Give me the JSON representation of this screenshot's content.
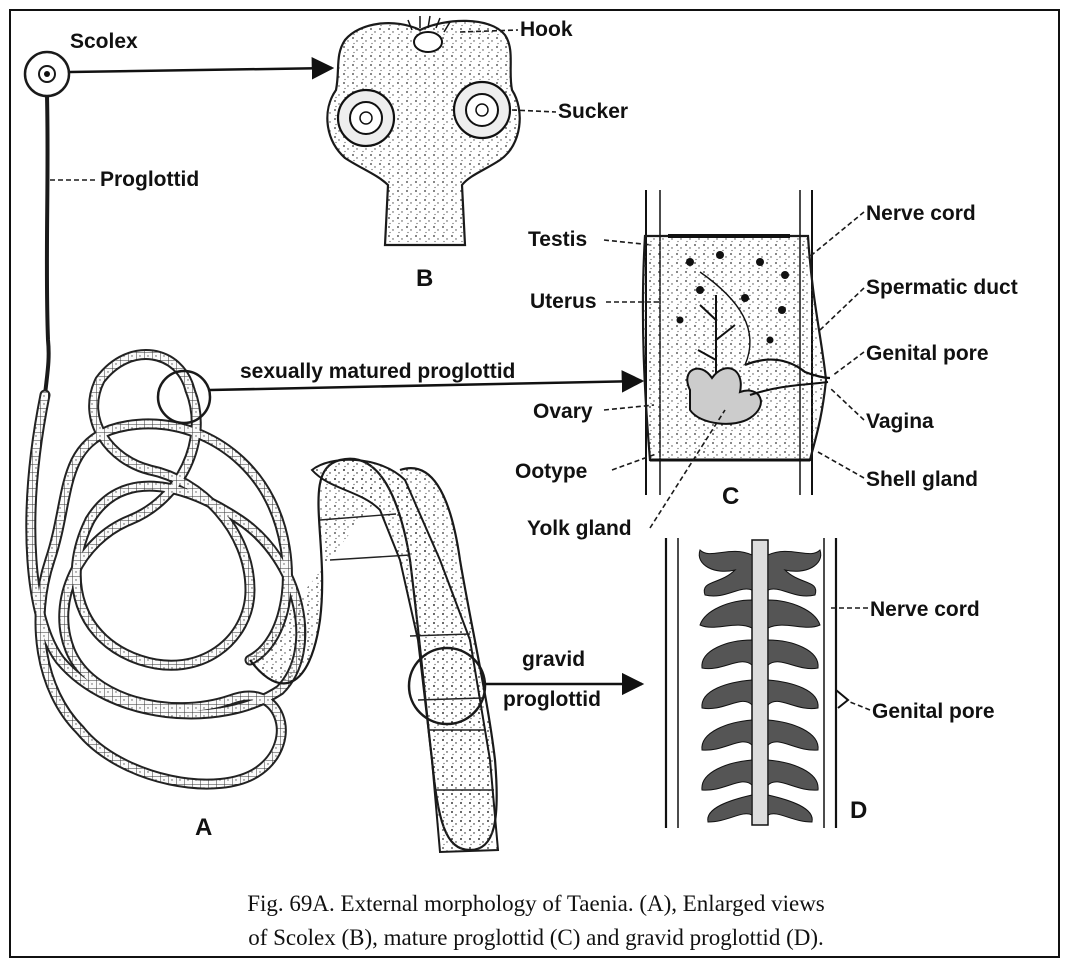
{
  "labels": {
    "scolex": "Scolex",
    "proglottid": "Proglottid",
    "hook": "Hook",
    "sucker": "Sucker",
    "mature_proglottid": "sexually matured proglottid",
    "testis": "Testis",
    "uterus": "Uterus",
    "ovary": "Ovary",
    "ootype": "Ootype",
    "yolk_gland": "Yolk gland",
    "nerve_cord_c": "Nerve cord",
    "spermatic_duct": "Spermatic duct",
    "genital_pore_c": "Genital pore",
    "vagina": "Vagina",
    "shell_gland": "Shell gland",
    "gravid_1": "gravid",
    "gravid_2": "proglottid",
    "nerve_cord_d": "Nerve cord",
    "genital_pore_d": "Genital pore"
  },
  "panel_letters": {
    "a": "A",
    "b": "B",
    "c": "C",
    "d": "D"
  },
  "caption": {
    "line1": "Fig. 69A. External morphology of Taenia.   (A), Enlarged views",
    "line2": "of Scolex (B), mature proglottid (C) and gravid proglottid (D)."
  }
}
